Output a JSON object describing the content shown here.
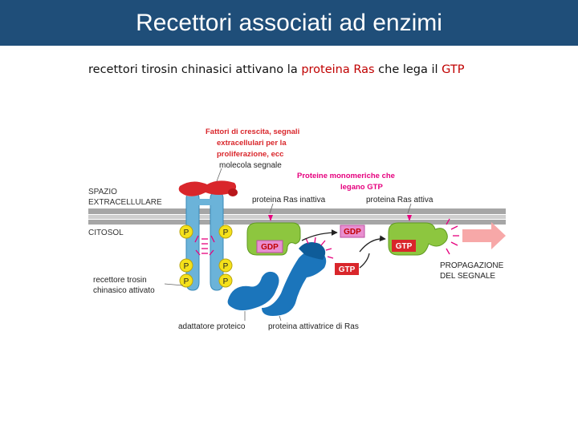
{
  "slide": {
    "title": "Recettori associati ad enzimi",
    "subtitle": {
      "part1": "recettori tirosin chinasici attivano la ",
      "highlight1": "proteina Ras",
      "part2": " che lega il ",
      "highlight2": "GTP"
    }
  },
  "diagram": {
    "red_label_lines": [
      "Fattori di crescita, segnali",
      "extracellulari per la",
      "proliferazione, ecc"
    ],
    "signal_molecule_label": "molecola segnale",
    "monomeric_label_lines": [
      "Proteine monomeriche che",
      "legano GTP"
    ],
    "extracellular_label_lines": [
      "SPAZIO",
      "EXTRACELLULARE"
    ],
    "cytosol_label": "CITOSOL",
    "ras_inactive_label": "proteina Ras inattiva",
    "ras_active_label": "proteina Ras attiva",
    "gdp": "GDP",
    "gtp": "GTP",
    "phosphate": "P",
    "receptor_label_lines": [
      "recettore trosin",
      "chinasico attivato"
    ],
    "adapter_label": "adattatore proteico",
    "activator_label": "proteina attivatrice di Ras",
    "propagation_label_lines": [
      "PROPAGAZIONE",
      "DEL SEGNALE"
    ],
    "colors": {
      "title_bar": "#1f4e79",
      "highlight": "#c00000",
      "membrane": "#a6a6a6",
      "receptor": "#6bb3d9",
      "signal_molecule": "#d9262b",
      "ras_protein": "#8dc63f",
      "adapter": "#1b75bb",
      "phosphate": "#f5e11a",
      "gtp_box": "#d9262b",
      "gdp_box": "#e98fd0",
      "propagation_arrow": "#f7a8a8",
      "monomeric_label": "#e6007e"
    }
  }
}
